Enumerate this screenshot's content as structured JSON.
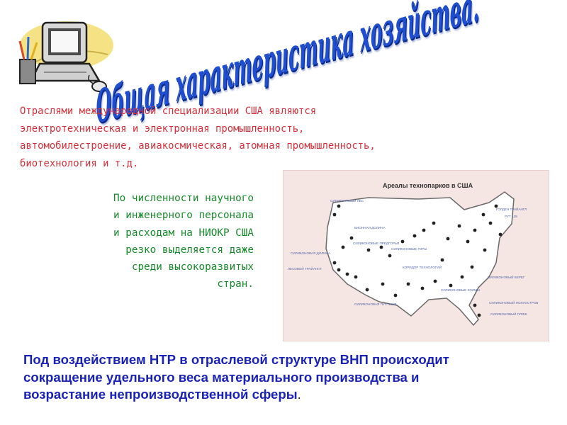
{
  "slide": {
    "title": "Общая характеристика хозяйства.",
    "intro_text": "Отраслями международной специализации США являются\nэлектротехническая и электронная промышленность,\nавтомобилестроение, авиакосмическая, атомная промышленность,\nбиотехнология и т.д.",
    "rnd_text": "По численности научного\nи инженерного персонала\nи расходам на НИОКР США\nрезко выделяется даже\nсреди высокоразвитых\nстран.",
    "map": {
      "heading": "Ареалы технопарков в США",
      "labels": [
        "СИЛИКОНОВЫЙ ЛЕС",
        "БИОННАЯ ДОЛИНА",
        "СИЛИКОНОВЫЕ ПРЕДГОРЬЯ",
        "СИЛИКОНОВЫЕ ГОРЫ",
        "КОРИДОР ТЕХНОЛОГИЙ",
        "ГОЛДЕН ТРАЙАНГЛ",
        "СИЛИКОНОВЫЙ БЕРЕГ",
        "СИЛИКОНОВАЯ ПУСТЫНЯ",
        "СИЛИКОНОВАЯ ДОЛИНА",
        "СИЛИКОНОВЫЕ ХОЛМЫ",
        "СИЛИКОНОВЫЙ ПОЛУОСТРОВ",
        "СИЛИКОНОВЫЙ ПЛЯЖ",
        "ЛЕСОВОЙ ТРАЙАНГЛ",
        "РУТ 128"
      ]
    },
    "conclusion_text": "Под воздействием НТР в отраслевой структуре ВНП происходит\nсокращение удельного веса материального производства и\nвозрастание непроизводственной сферы",
    "conclusion_tail": "."
  },
  "colors": {
    "title": "#1f4fd0",
    "intro": "#d8303a",
    "rnd": "#178a2a",
    "conclusion": "#1a23b8",
    "map_bg": "#f6e6e3"
  },
  "icons": [
    "computer-clipart-icon"
  ]
}
